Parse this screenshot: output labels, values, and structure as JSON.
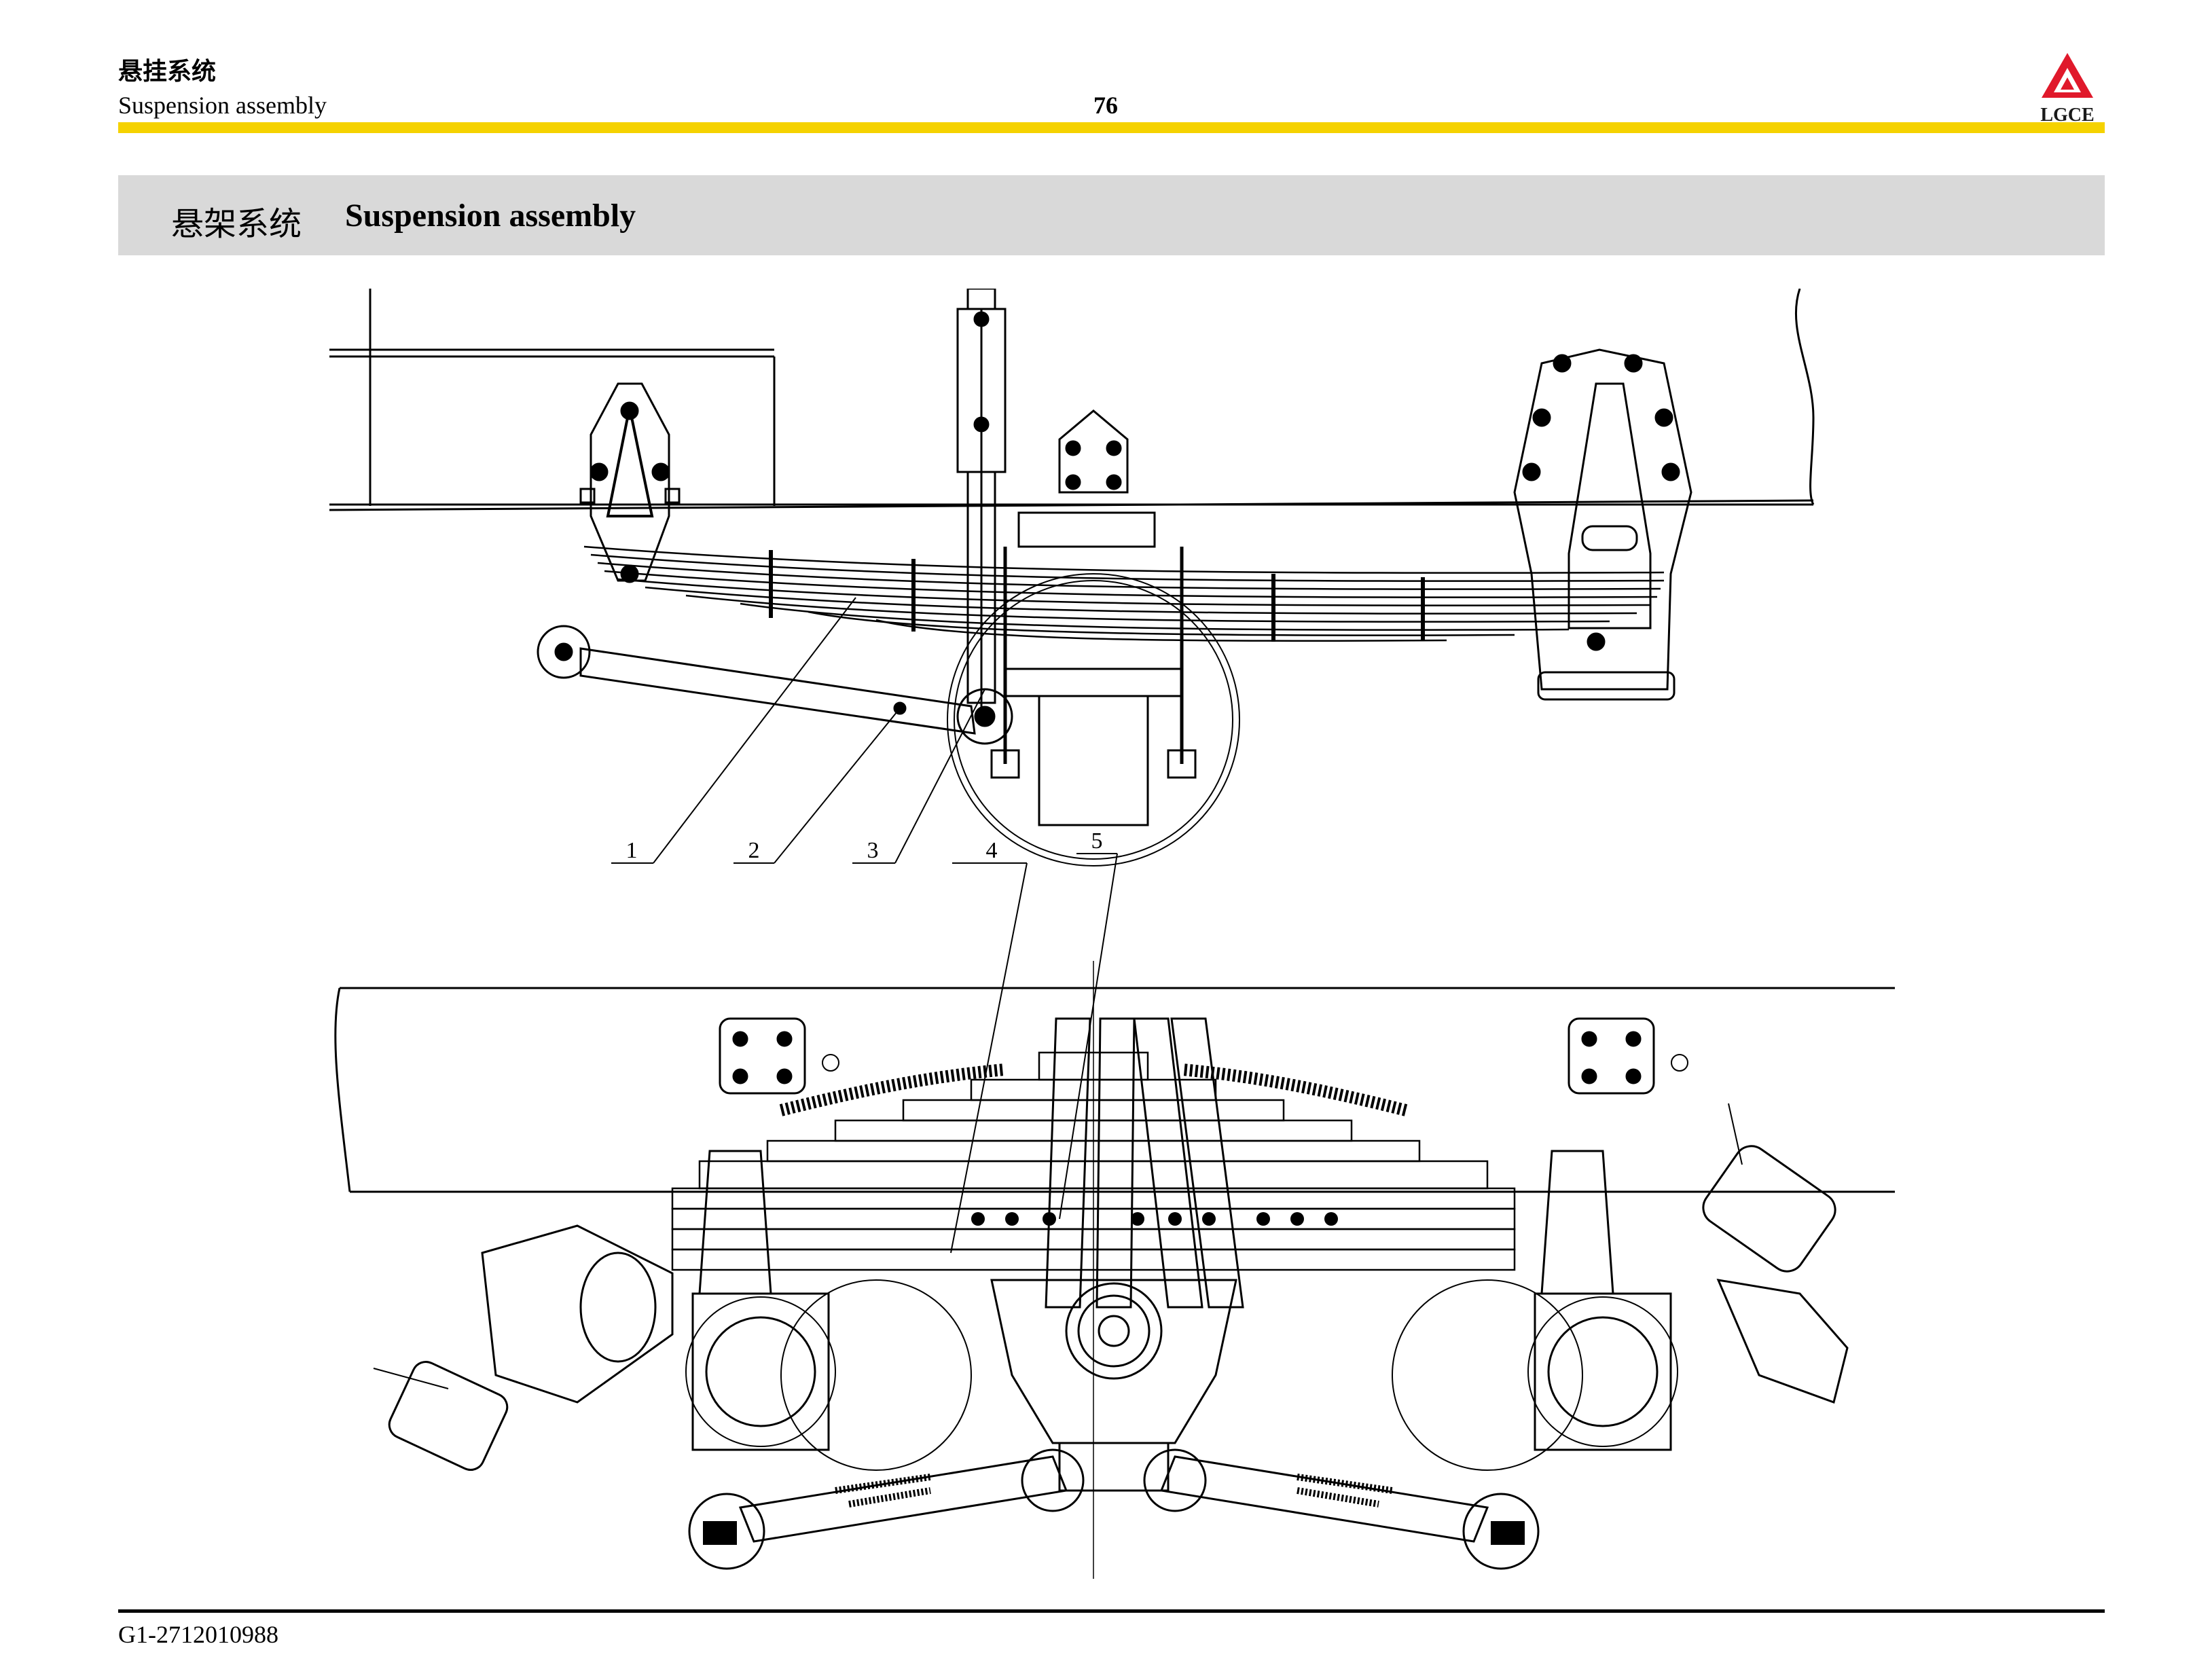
{
  "header": {
    "title_cn": "悬挂系统",
    "title_en": "Suspension assembly",
    "page_number": "76",
    "logo_text": "LGCE"
  },
  "section": {
    "title_cn": "悬架系统",
    "title_en": "Suspension assembly"
  },
  "drawing": {
    "callouts": [
      "1",
      "2",
      "3",
      "4",
      "5"
    ]
  },
  "footer": {
    "doc_code": "G1-2712010988"
  },
  "colors": {
    "yellow_rule": "#f5d200",
    "section_band": "#d9d9d9",
    "logo_red": "#e0192b"
  },
  "icons": [
    "lgce-logo-icon"
  ]
}
